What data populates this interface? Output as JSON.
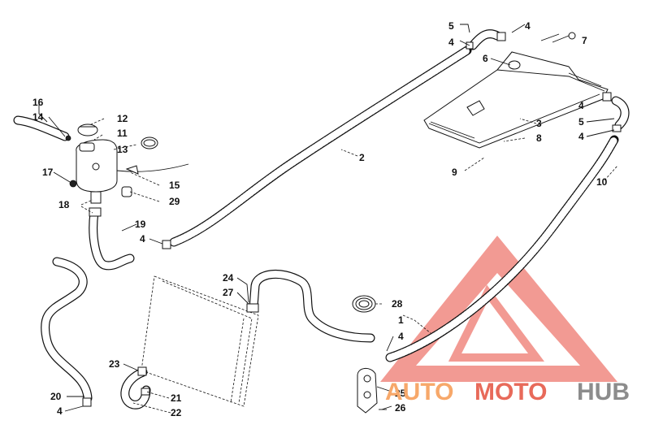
{
  "callouts": [
    {
      "id": "c-1",
      "text": "1"
    },
    {
      "id": "c-2",
      "text": "2"
    },
    {
      "id": "c-3",
      "text": "3"
    },
    {
      "id": "c-4a",
      "text": "4"
    },
    {
      "id": "c-4b",
      "text": "4"
    },
    {
      "id": "c-4c",
      "text": "4"
    },
    {
      "id": "c-4d",
      "text": "4"
    },
    {
      "id": "c-4e",
      "text": "4"
    },
    {
      "id": "c-4f",
      "text": "4"
    },
    {
      "id": "c-4g",
      "text": "4"
    },
    {
      "id": "c-5a",
      "text": "5"
    },
    {
      "id": "c-5b",
      "text": "5"
    },
    {
      "id": "c-6",
      "text": "6"
    },
    {
      "id": "c-7",
      "text": "7"
    },
    {
      "id": "c-8",
      "text": "8"
    },
    {
      "id": "c-9",
      "text": "9"
    },
    {
      "id": "c-10",
      "text": "10"
    },
    {
      "id": "c-11",
      "text": "11"
    },
    {
      "id": "c-12",
      "text": "12"
    },
    {
      "id": "c-13",
      "text": "13"
    },
    {
      "id": "c-14",
      "text": "14"
    },
    {
      "id": "c-15",
      "text": "15"
    },
    {
      "id": "c-16",
      "text": "16"
    },
    {
      "id": "c-17",
      "text": "17"
    },
    {
      "id": "c-18",
      "text": "18"
    },
    {
      "id": "c-19",
      "text": "19"
    },
    {
      "id": "c-20",
      "text": "20"
    },
    {
      "id": "c-21",
      "text": "21"
    },
    {
      "id": "c-22",
      "text": "22"
    },
    {
      "id": "c-23",
      "text": "23"
    },
    {
      "id": "c-24",
      "text": "24"
    },
    {
      "id": "c-25",
      "text": "25"
    },
    {
      "id": "c-26",
      "text": "26"
    },
    {
      "id": "c-27",
      "text": "27"
    },
    {
      "id": "c-28",
      "text": "28"
    },
    {
      "id": "c-29",
      "text": "29"
    }
  ],
  "watermark": {
    "part1": "AUTO",
    "part2": "MOTO",
    "part3": "HUB",
    "colors": {
      "auto": "#f7a86a",
      "moto": "#e86a5a",
      "hub": "#8c8c8c",
      "triangle": "#ec6a60"
    }
  }
}
